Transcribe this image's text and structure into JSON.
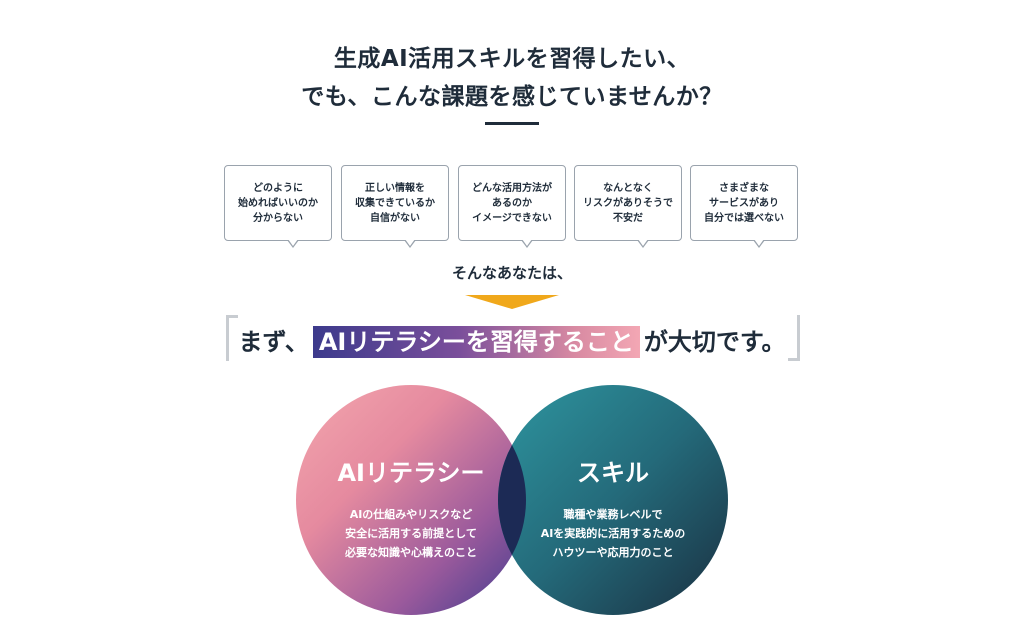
{
  "heading": {
    "line1": "生成AI活用スキルを習得したい、",
    "line2": "でも、こんな課題を感じていませんか？"
  },
  "concerns": [
    "どのように\n始めればいいのか\n分からない",
    "正しい情報を\n収集できているか\n自信がない",
    "どんな活用方法が\nあるのか\nイメージできない",
    "なんとなく\nリスクがありそうで\n不安だ",
    "さまざまな\nサービスがあり\n自分では選べない"
  ],
  "transition": "そんなあなたは、",
  "statement": {
    "prefix": "まず、",
    "highlight": "AIリテラシーを習得すること",
    "suffix": "が大切です。"
  },
  "circles": {
    "literacy": {
      "title": "AIリテラシー",
      "description": "AIの仕組みやリスクなど\n安全に活用する前提として\n必要な知識や心構えのこと"
    },
    "skill": {
      "title": "スキル",
      "description": "職種や業務レベルで\nAIを実践的に活用するための\nハウツーや応用力のこと"
    }
  },
  "colors": {
    "text": "#1f2c3a",
    "arrow": "#f0a81b",
    "literacy_gradient_start": "#f3a3ad",
    "literacy_gradient_end": "#3d3a8e",
    "skill_gradient_start": "#2b8a96",
    "skill_gradient_end": "#1b3445"
  }
}
